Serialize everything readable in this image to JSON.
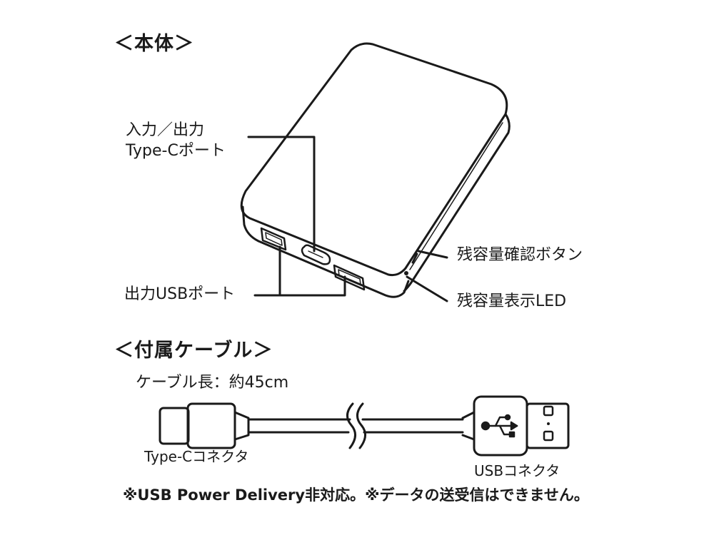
{
  "sections": {
    "body_heading": "＜本体＞",
    "cable_heading": "＜付属ケーブル＞"
  },
  "callouts": {
    "type_c_port": {
      "line1": "入力／出力",
      "line2": "Type-Cポート"
    },
    "usb_output_port": "出力USBポート",
    "battery_check_button": "残容量確認ボタン",
    "battery_led": "残容量表示LED"
  },
  "cable": {
    "length_label": "ケーブル長：約45cm",
    "type_c_connector": "Type-Cコネクタ",
    "usb_connector": "USBコネクタ"
  },
  "footnote": "※USB Power Delivery非対応。※データの送受信はできません。",
  "colors": {
    "ink": "#1a1a1a",
    "background": "#ffffff"
  },
  "icons": [
    "usb-trident-icon"
  ]
}
